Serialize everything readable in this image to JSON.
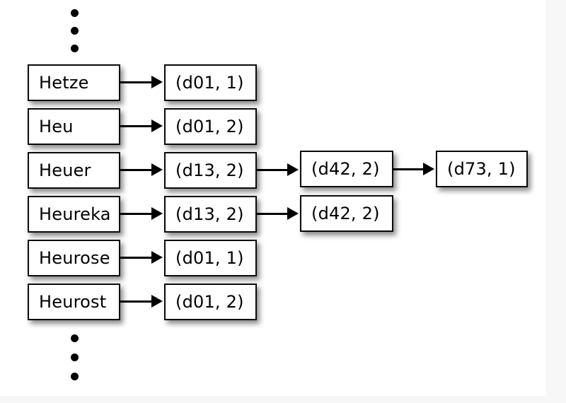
{
  "diagram": {
    "title": "dictionary-postings-chain",
    "background_color": "#ffffff",
    "page_color": "#f7f7f7",
    "node_border_color": "#0a0a0a",
    "node_fill_color": "#ffffff",
    "edge_color": "#000000",
    "terms": [
      {
        "id": "term-hetze",
        "label": "Hetze"
      },
      {
        "id": "term-heu",
        "label": "Heu"
      },
      {
        "id": "term-heuer",
        "label": "Heuer"
      },
      {
        "id": "term-heureka",
        "label": "Heureka"
      },
      {
        "id": "term-heurose",
        "label": "Heurose"
      },
      {
        "id": "term-heurost",
        "label": "Heurost"
      }
    ],
    "postings_col1": [
      {
        "id": "p1-r1",
        "label": "(d01, 1)"
      },
      {
        "id": "p1-r2",
        "label": "(d01, 2)"
      },
      {
        "id": "p1-r3",
        "label": "(d13, 2)"
      },
      {
        "id": "p1-r4",
        "label": "(d13, 2)"
      },
      {
        "id": "p1-r5",
        "label": "(d01, 1)"
      },
      {
        "id": "p1-r6",
        "label": "(d01, 2)"
      }
    ],
    "postings_col2": [
      {
        "id": "p2-r3",
        "label": "(d42, 2)"
      },
      {
        "id": "p2-r4",
        "label": "(d42, 2)"
      }
    ],
    "postings_col3": [
      {
        "id": "p3-r3",
        "label": "(d73, 1)"
      }
    ],
    "ellipsis_top": {
      "name": "vertical-ellipsis-top",
      "count": 3
    },
    "ellipsis_bottom": {
      "name": "vertical-ellipsis-bottom",
      "count": 3
    }
  }
}
